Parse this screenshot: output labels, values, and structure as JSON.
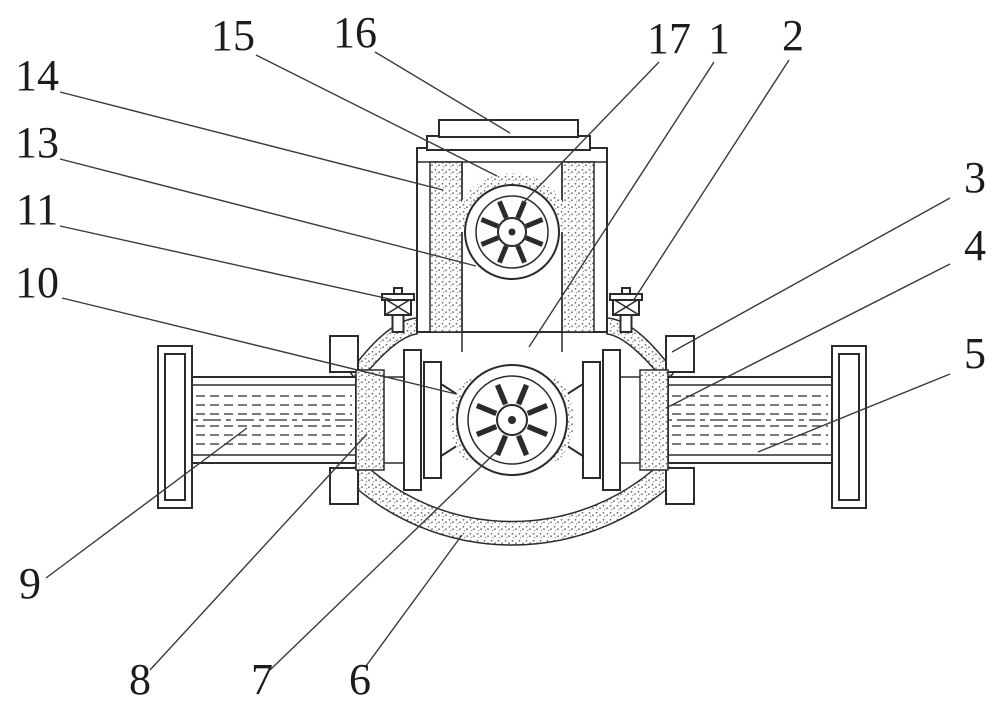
{
  "figure": {
    "description": "Patent-style technical line drawing of a T-shaped pipeline valve/pump assembly with two impellers, flanged pipe ends and numbered part callouts",
    "callouts": [
      {
        "id": "15",
        "text": "15"
      },
      {
        "id": "16",
        "text": "16"
      },
      {
        "id": "17",
        "text": "17"
      },
      {
        "id": "1",
        "text": "1"
      },
      {
        "id": "2",
        "text": "2"
      },
      {
        "id": "14",
        "text": "14"
      },
      {
        "id": "13",
        "text": "13"
      },
      {
        "id": "11",
        "text": "11"
      },
      {
        "id": "10",
        "text": "10"
      },
      {
        "id": "3",
        "text": "3"
      },
      {
        "id": "4",
        "text": "4"
      },
      {
        "id": "5",
        "text": "5"
      },
      {
        "id": "9",
        "text": "9"
      },
      {
        "id": "8",
        "text": "8"
      },
      {
        "id": "7",
        "text": "7"
      },
      {
        "id": "6",
        "text": "6"
      }
    ],
    "colors": {
      "line": "#2b2b2b",
      "stipple_dot": "#707070",
      "label": "#1c1c1c",
      "background": "#ffffff"
    }
  }
}
